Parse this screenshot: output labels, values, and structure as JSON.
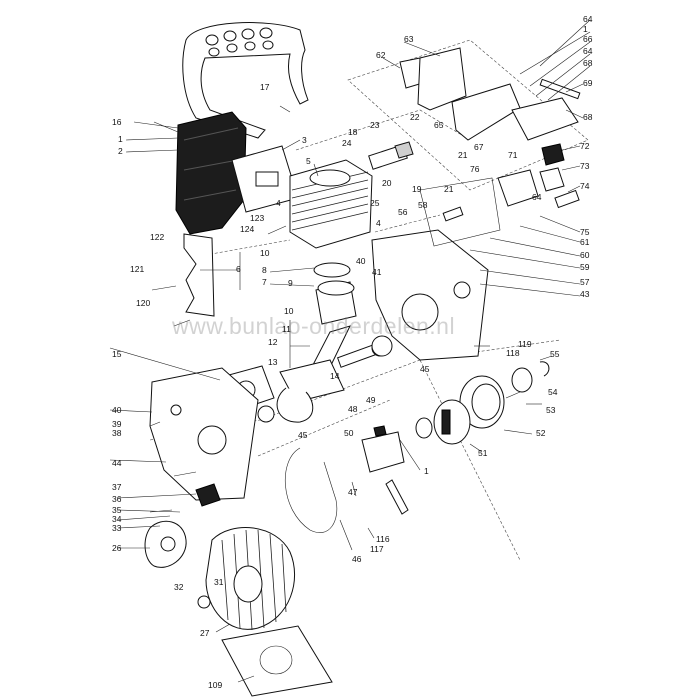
{
  "diagram": {
    "watermark": "www.bunlao-onderdelen.nl",
    "callouts": [
      {
        "id": "c64a",
        "text": "64"
      },
      {
        "id": "c1a",
        "text": "1"
      },
      {
        "id": "c66",
        "text": "66"
      },
      {
        "id": "c64b",
        "text": "64"
      },
      {
        "id": "c68a",
        "text": "68"
      },
      {
        "id": "c63",
        "text": "63"
      },
      {
        "id": "c62",
        "text": "62"
      },
      {
        "id": "c69",
        "text": "69"
      },
      {
        "id": "c68b",
        "text": "68"
      },
      {
        "id": "c16",
        "text": "16"
      },
      {
        "id": "c17",
        "text": "17"
      },
      {
        "id": "c65",
        "text": "65"
      },
      {
        "id": "c1b",
        "text": "1"
      },
      {
        "id": "c2",
        "text": "2"
      },
      {
        "id": "c3",
        "text": "3"
      },
      {
        "id": "c18",
        "text": "18"
      },
      {
        "id": "c23",
        "text": "23"
      },
      {
        "id": "c22",
        "text": "22"
      },
      {
        "id": "c67",
        "text": "67"
      },
      {
        "id": "c71",
        "text": "71"
      },
      {
        "id": "c72",
        "text": "72"
      },
      {
        "id": "c5",
        "text": "5"
      },
      {
        "id": "c24",
        "text": "24"
      },
      {
        "id": "c21a",
        "text": "21"
      },
      {
        "id": "c73",
        "text": "73"
      },
      {
        "id": "c20",
        "text": "20"
      },
      {
        "id": "c19",
        "text": "19"
      },
      {
        "id": "c21b",
        "text": "21"
      },
      {
        "id": "c76",
        "text": "76"
      },
      {
        "id": "c74",
        "text": "74"
      },
      {
        "id": "c4a",
        "text": "4"
      },
      {
        "id": "c25",
        "text": "25"
      },
      {
        "id": "c58",
        "text": "58"
      },
      {
        "id": "c64c",
        "text": "64"
      },
      {
        "id": "c123",
        "text": "123"
      },
      {
        "id": "c56",
        "text": "56"
      },
      {
        "id": "c124",
        "text": "124"
      },
      {
        "id": "c4b",
        "text": "4"
      },
      {
        "id": "c75",
        "text": "75"
      },
      {
        "id": "c61",
        "text": "61"
      },
      {
        "id": "c122",
        "text": "122"
      },
      {
        "id": "c60",
        "text": "60"
      },
      {
        "id": "c10a",
        "text": "10"
      },
      {
        "id": "c40a",
        "text": "40"
      },
      {
        "id": "c59",
        "text": "59"
      },
      {
        "id": "c6",
        "text": "6"
      },
      {
        "id": "c8",
        "text": "8"
      },
      {
        "id": "c41",
        "text": "41"
      },
      {
        "id": "c121",
        "text": "121"
      },
      {
        "id": "c7",
        "text": "7"
      },
      {
        "id": "c9",
        "text": "9"
      },
      {
        "id": "c57",
        "text": "57"
      },
      {
        "id": "c43",
        "text": "43"
      },
      {
        "id": "c120",
        "text": "120"
      },
      {
        "id": "c10b",
        "text": "10"
      },
      {
        "id": "c11",
        "text": "11"
      },
      {
        "id": "c119",
        "text": "119"
      },
      {
        "id": "c12",
        "text": "12"
      },
      {
        "id": "c118",
        "text": "118"
      },
      {
        "id": "c55",
        "text": "55"
      },
      {
        "id": "c15",
        "text": "15"
      },
      {
        "id": "c13",
        "text": "13"
      },
      {
        "id": "c45a",
        "text": "45"
      },
      {
        "id": "c14",
        "text": "14"
      },
      {
        "id": "c54",
        "text": "54"
      },
      {
        "id": "c40b",
        "text": "40"
      },
      {
        "id": "c53",
        "text": "53"
      },
      {
        "id": "c39",
        "text": "39"
      },
      {
        "id": "c38",
        "text": "38"
      },
      {
        "id": "c48",
        "text": "48"
      },
      {
        "id": "c49",
        "text": "49"
      },
      {
        "id": "c45b",
        "text": "45"
      },
      {
        "id": "c52",
        "text": "52"
      },
      {
        "id": "c50",
        "text": "50"
      },
      {
        "id": "c44",
        "text": "44"
      },
      {
        "id": "c51",
        "text": "51"
      },
      {
        "id": "c1c",
        "text": "1"
      },
      {
        "id": "c47",
        "text": "47"
      },
      {
        "id": "c37",
        "text": "37"
      },
      {
        "id": "c36",
        "text": "36"
      },
      {
        "id": "c35",
        "text": "35"
      },
      {
        "id": "c34",
        "text": "34"
      },
      {
        "id": "c33",
        "text": "33"
      },
      {
        "id": "c116",
        "text": "116"
      },
      {
        "id": "c26",
        "text": "26"
      },
      {
        "id": "c46",
        "text": "46"
      },
      {
        "id": "c117",
        "text": "117"
      },
      {
        "id": "c31",
        "text": "31"
      },
      {
        "id": "c32",
        "text": "32"
      },
      {
        "id": "c27",
        "text": "27"
      },
      {
        "id": "c109",
        "text": "109"
      }
    ]
  }
}
